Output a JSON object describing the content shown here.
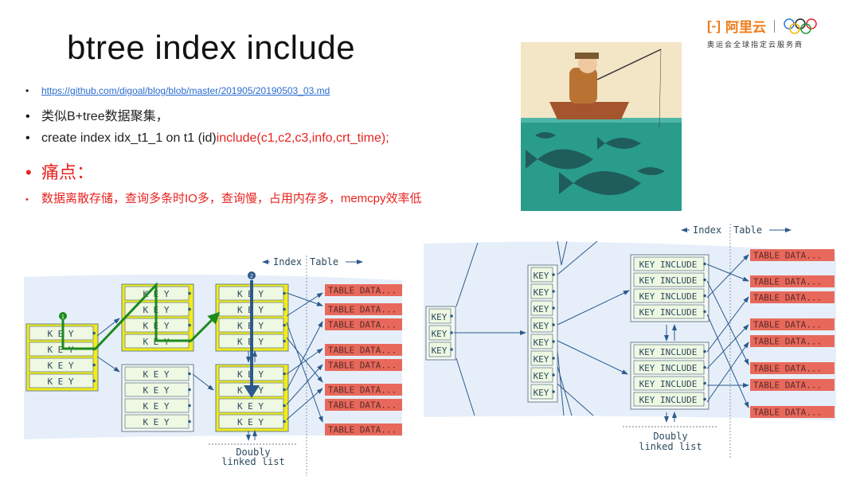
{
  "slide": {
    "title": "btree index include",
    "bullets": {
      "link": "https://github.com/digoal/blog/blob/master/201905/20190503_03.md",
      "b2": "类似B+tree数据聚集，",
      "b3_black": "create index idx_t1_1 on t1 (id) ",
      "b3_red": "include(c1,c2,c3,info,crt_time);",
      "b4": "痛点：",
      "b5": "数据离散存储，查询多条时IO多，查询慢，占用内存多，memcpy效率低"
    }
  },
  "logo": {
    "brand": "阿里云",
    "subtitle": "奥运会全球指定云服务商"
  },
  "colors": {
    "accent_red": "#e8231f",
    "table_data": "#e8695b",
    "highlight": "#f2ec1a",
    "band": "#e6eff9",
    "link": "#2a6ccf"
  },
  "diagram_left": {
    "index_label": "Index",
    "table_label": "Table",
    "key_row": "K E Y",
    "table_row": "TABLE DATA...",
    "list_label_1": "Doubly",
    "list_label_2": "linked list",
    "step_1": "1",
    "step_2": "2"
  },
  "diagram_right": {
    "index_label": "Index",
    "table_label": "Table",
    "key_row": "KEY",
    "leaf_row": "KEY INCLUDE",
    "table_row": "TABLE DATA...",
    "list_label_1": "Doubly",
    "list_label_2": "linked list"
  }
}
